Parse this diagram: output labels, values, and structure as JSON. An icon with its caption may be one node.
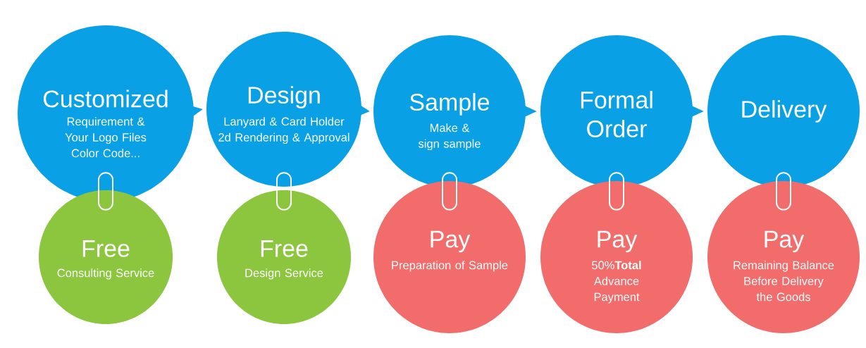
{
  "diagram": {
    "nodes": [
      {
        "text": [
          "Customized",
          "Requirement & Your Logo Files Color Code..."
        ]
      },
      {
        "text": [
          "Design",
          "Lanyard & Card Holder 2d Rendering & Approval"
        ]
      },
      {
        "text": [
          "Sample",
          "Make & sign sample"
        ]
      },
      {
        "text": [
          "Formal Order"
        ]
      },
      {
        "text": [
          "Delivery"
        ]
      },
      {
        "text": [
          "Free",
          "Consulting Service"
        ]
      },
      {
        "text": [
          "Free",
          "Design Service"
        ]
      },
      {
        "text": [
          "Pay",
          "Preparation of Sample"
        ]
      },
      {
        "text": [
          "Pay",
          "50%**Total** Advance Payment"
        ]
      },
      {
        "text": [
          "Pay",
          "Remaining Balance Before Delivery the Goods"
        ]
      }
    ],
    "edges": [
      {
        "from": 0,
        "to": 1,
        "arrow": "to"
      },
      {
        "from": 1,
        "to": 2,
        "arrow": "to"
      },
      {
        "from": 2,
        "to": 3,
        "arrow": "to"
      },
      {
        "from": 3,
        "to": 4,
        "arrow": "to"
      },
      {
        "from": 0,
        "to": 5,
        "arrow": "none"
      },
      {
        "from": 1,
        "to": 6,
        "arrow": "none"
      },
      {
        "from": 2,
        "to": 7,
        "arrow": "none"
      },
      {
        "from": 3,
        "to": 8,
        "arrow": "none"
      },
      {
        "from": 4,
        "to": 9,
        "arrow": "none"
      }
    ]
  }
}
